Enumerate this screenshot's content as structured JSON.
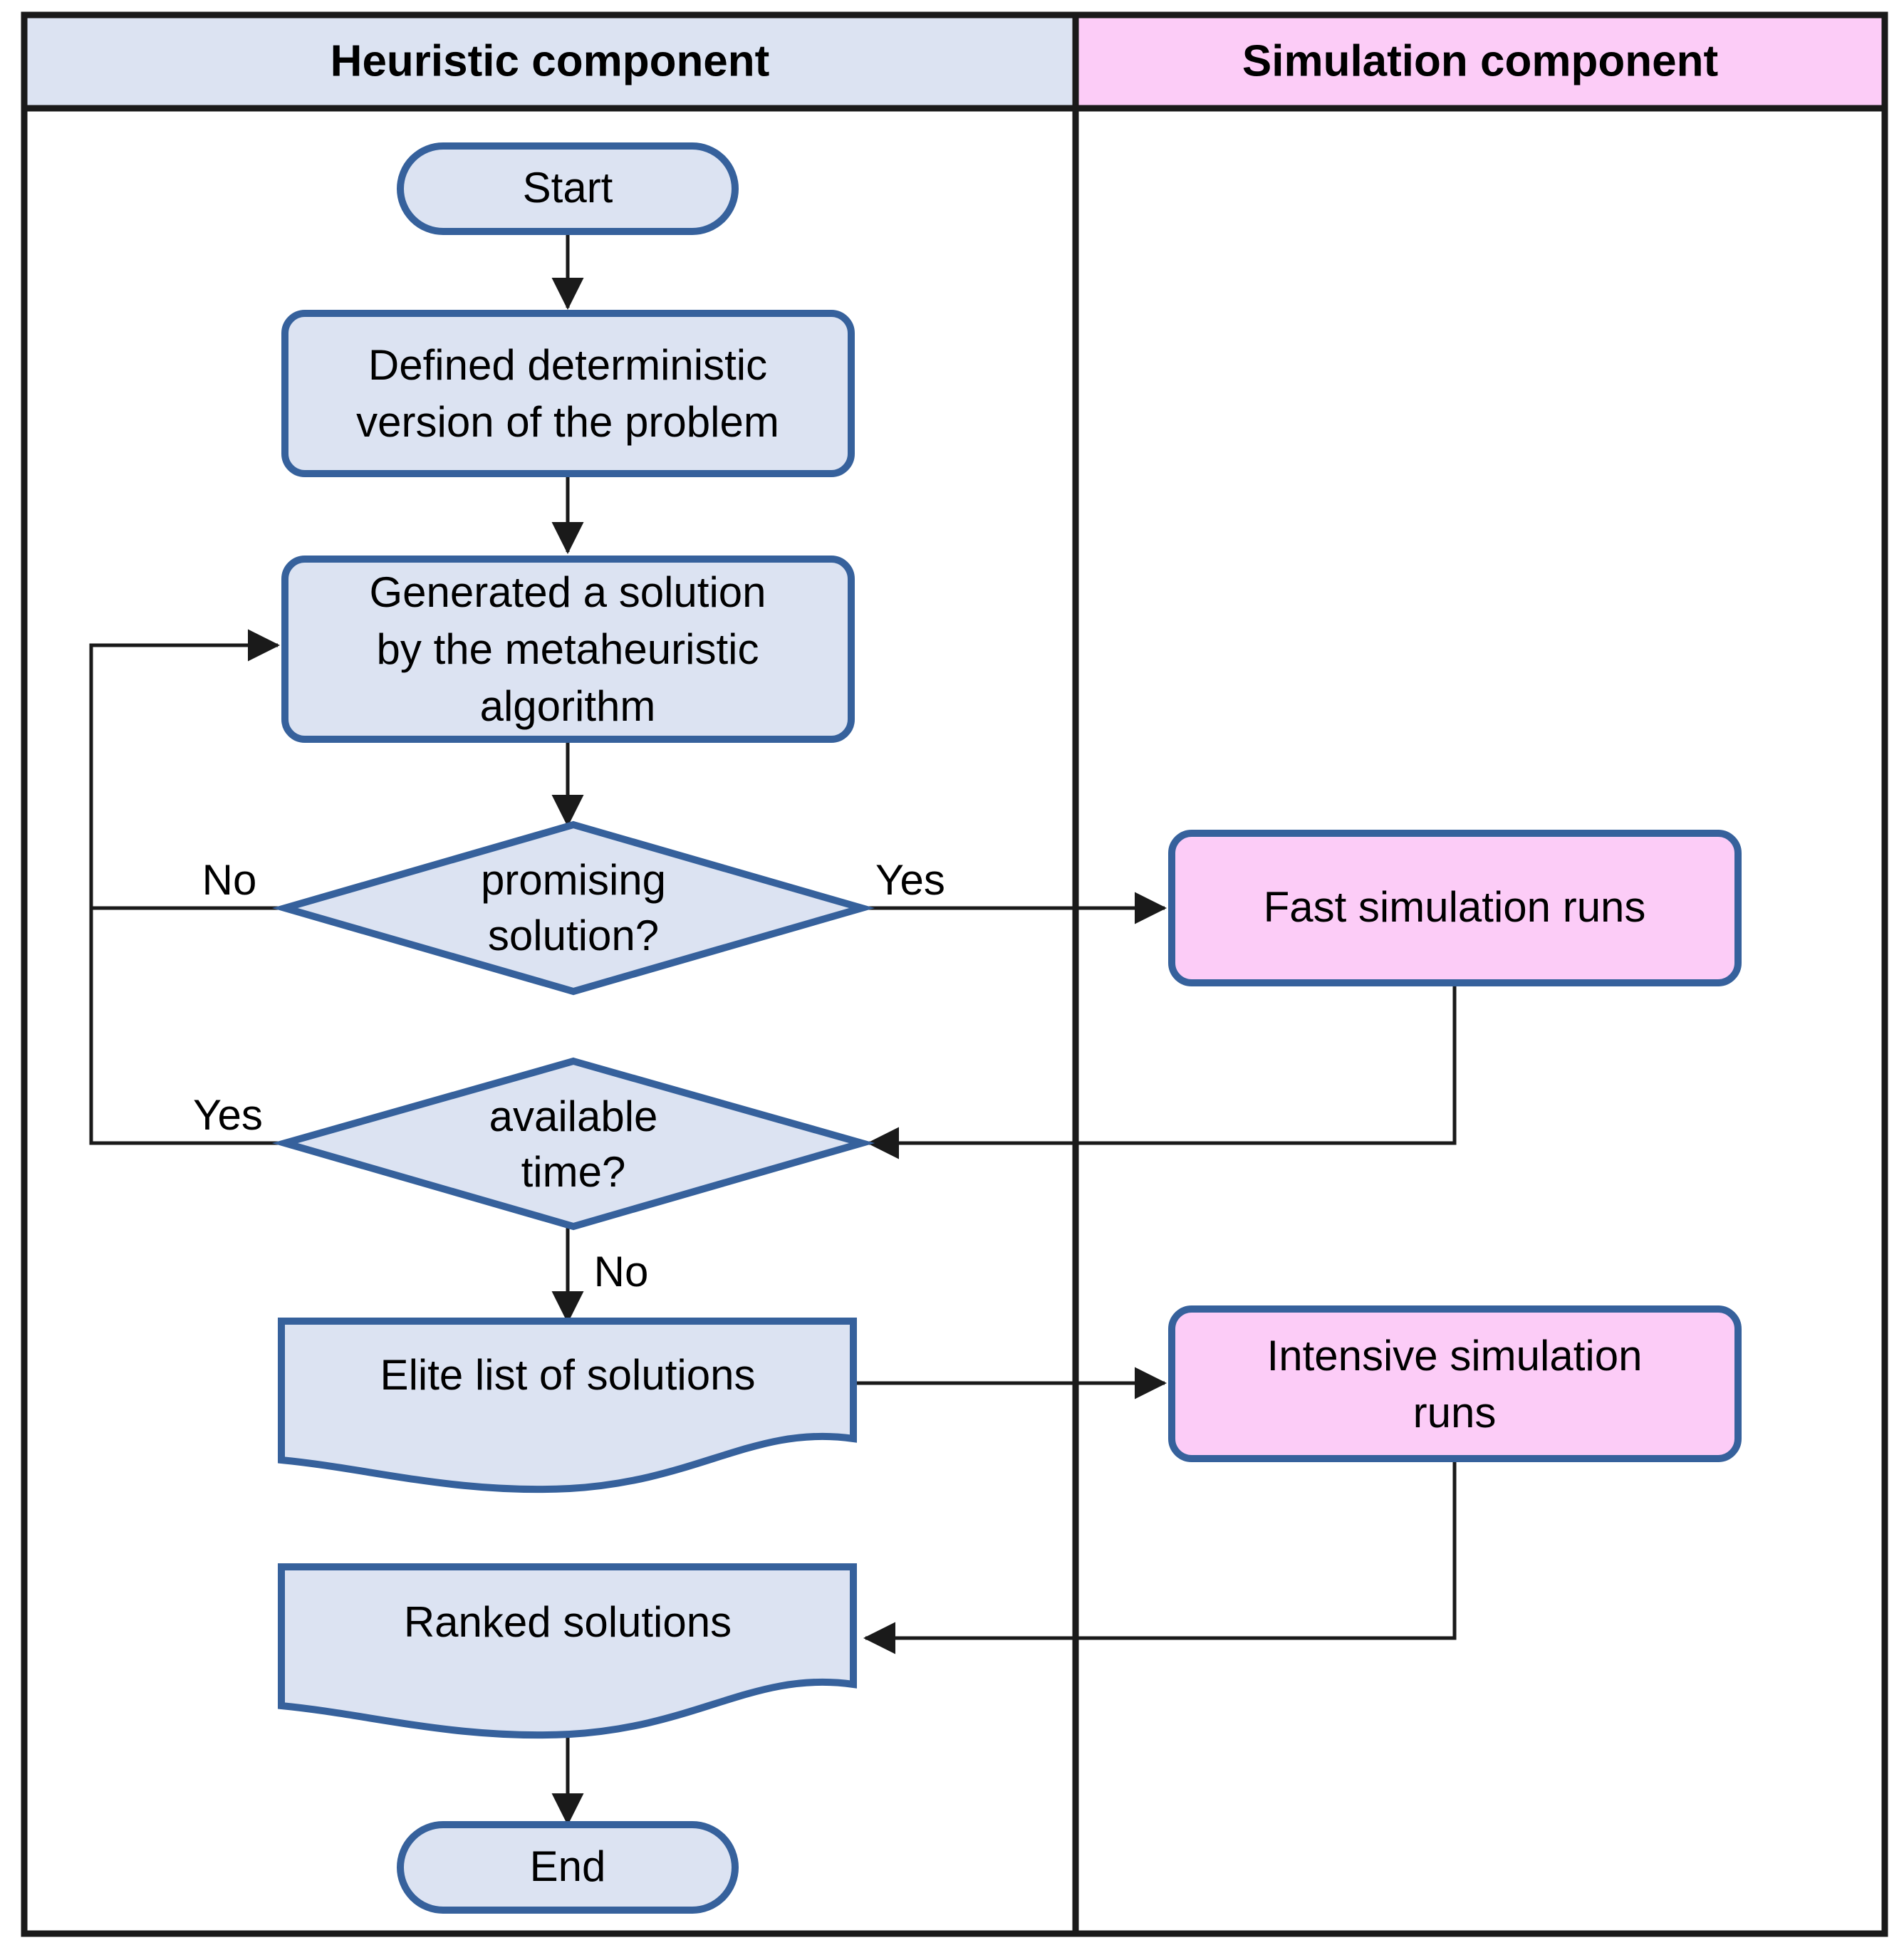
{
  "diagram": {
    "title": "Simheuristic framework flowchart",
    "type": "flowchart",
    "colors": {
      "heuristic_header_fill": "#dce3f2",
      "simulation_header_fill": "#fcccf7",
      "heuristic_node_fill": "#dce3f2",
      "simulation_node_fill": "#fcccf7",
      "node_stroke": "#36619c",
      "frame_stroke": "#1a1a1a",
      "connector_stroke": "#1a1a1a",
      "text_color": "#000000"
    }
  },
  "lanes": [
    {
      "id": "heuristic",
      "label": "Heuristic component"
    },
    {
      "id": "simulation",
      "label": "Simulation component"
    }
  ],
  "nodes": [
    {
      "id": "start",
      "shape": "terminator",
      "lane": "heuristic",
      "label": "Start"
    },
    {
      "id": "defined",
      "shape": "process",
      "lane": "heuristic",
      "label_lines": [
        "Defined deterministic",
        "version of the problem"
      ]
    },
    {
      "id": "generated",
      "shape": "process",
      "lane": "heuristic",
      "label_lines": [
        "Generated a solution",
        "by the metaheuristic",
        "algorithm"
      ]
    },
    {
      "id": "promising",
      "shape": "decision",
      "lane": "heuristic",
      "label_lines": [
        "promising",
        "solution?"
      ]
    },
    {
      "id": "available",
      "shape": "decision",
      "lane": "heuristic",
      "label_lines": [
        "available",
        "time?"
      ]
    },
    {
      "id": "elite",
      "shape": "document",
      "lane": "heuristic",
      "label": "Elite list of solutions"
    },
    {
      "id": "ranked",
      "shape": "document",
      "lane": "heuristic",
      "label": "Ranked solutions"
    },
    {
      "id": "end",
      "shape": "terminator",
      "lane": "heuristic",
      "label": "End"
    },
    {
      "id": "fastsim",
      "shape": "process",
      "lane": "simulation",
      "label": "Fast simulation runs"
    },
    {
      "id": "intensivesim",
      "shape": "process",
      "lane": "simulation",
      "label_lines": [
        "Intensive simulation",
        "runs"
      ]
    }
  ],
  "edges": [
    {
      "from": "start",
      "to": "generated_chain",
      "label": ""
    },
    {
      "from": "defined",
      "to": "generated",
      "label": ""
    },
    {
      "from": "generated",
      "to": "promising",
      "label": ""
    },
    {
      "from": "promising",
      "to": "generated",
      "label": "No"
    },
    {
      "from": "promising",
      "to": "fastsim",
      "label": "Yes"
    },
    {
      "from": "fastsim",
      "to": "available",
      "label": ""
    },
    {
      "from": "available",
      "to": "generated",
      "label": "Yes"
    },
    {
      "from": "available",
      "to": "elite",
      "label": "No"
    },
    {
      "from": "elite",
      "to": "intensivesim",
      "label": ""
    },
    {
      "from": "intensivesim",
      "to": "ranked",
      "label": ""
    },
    {
      "from": "ranked",
      "to": "end",
      "label": ""
    }
  ],
  "edge_labels": {
    "promising_no": "No",
    "promising_yes": "Yes",
    "available_yes": "Yes",
    "available_no": "No"
  }
}
